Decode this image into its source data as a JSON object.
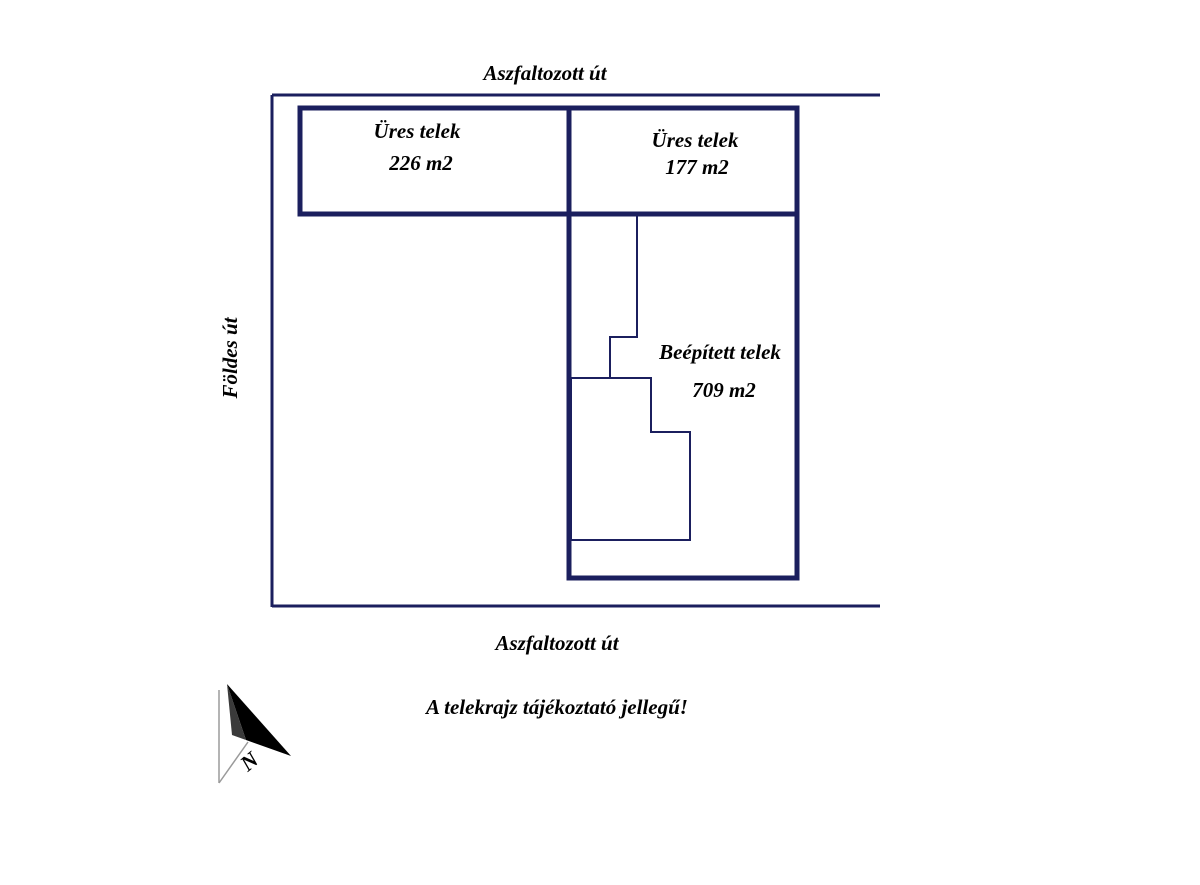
{
  "colors": {
    "background": "#ffffff",
    "line": "#1b1f5e",
    "text": "#000000",
    "compass": "#000000",
    "compass_thin": "#9a9a9a"
  },
  "roads": {
    "top": "Aszfaltozott út",
    "bottom": "Aszfaltozott út",
    "left": "Földes út"
  },
  "plots": {
    "plot_a": {
      "label": "Üres telek",
      "area": "226 m2"
    },
    "plot_b": {
      "label": "Üres telek",
      "area": "177 m2"
    },
    "plot_c": {
      "label": "Beépített telek",
      "area": "709 m2"
    }
  },
  "note": "A telekrajz tájékoztató jellegű!",
  "compass": {
    "icon": "north-arrow-icon",
    "letter": "N"
  }
}
